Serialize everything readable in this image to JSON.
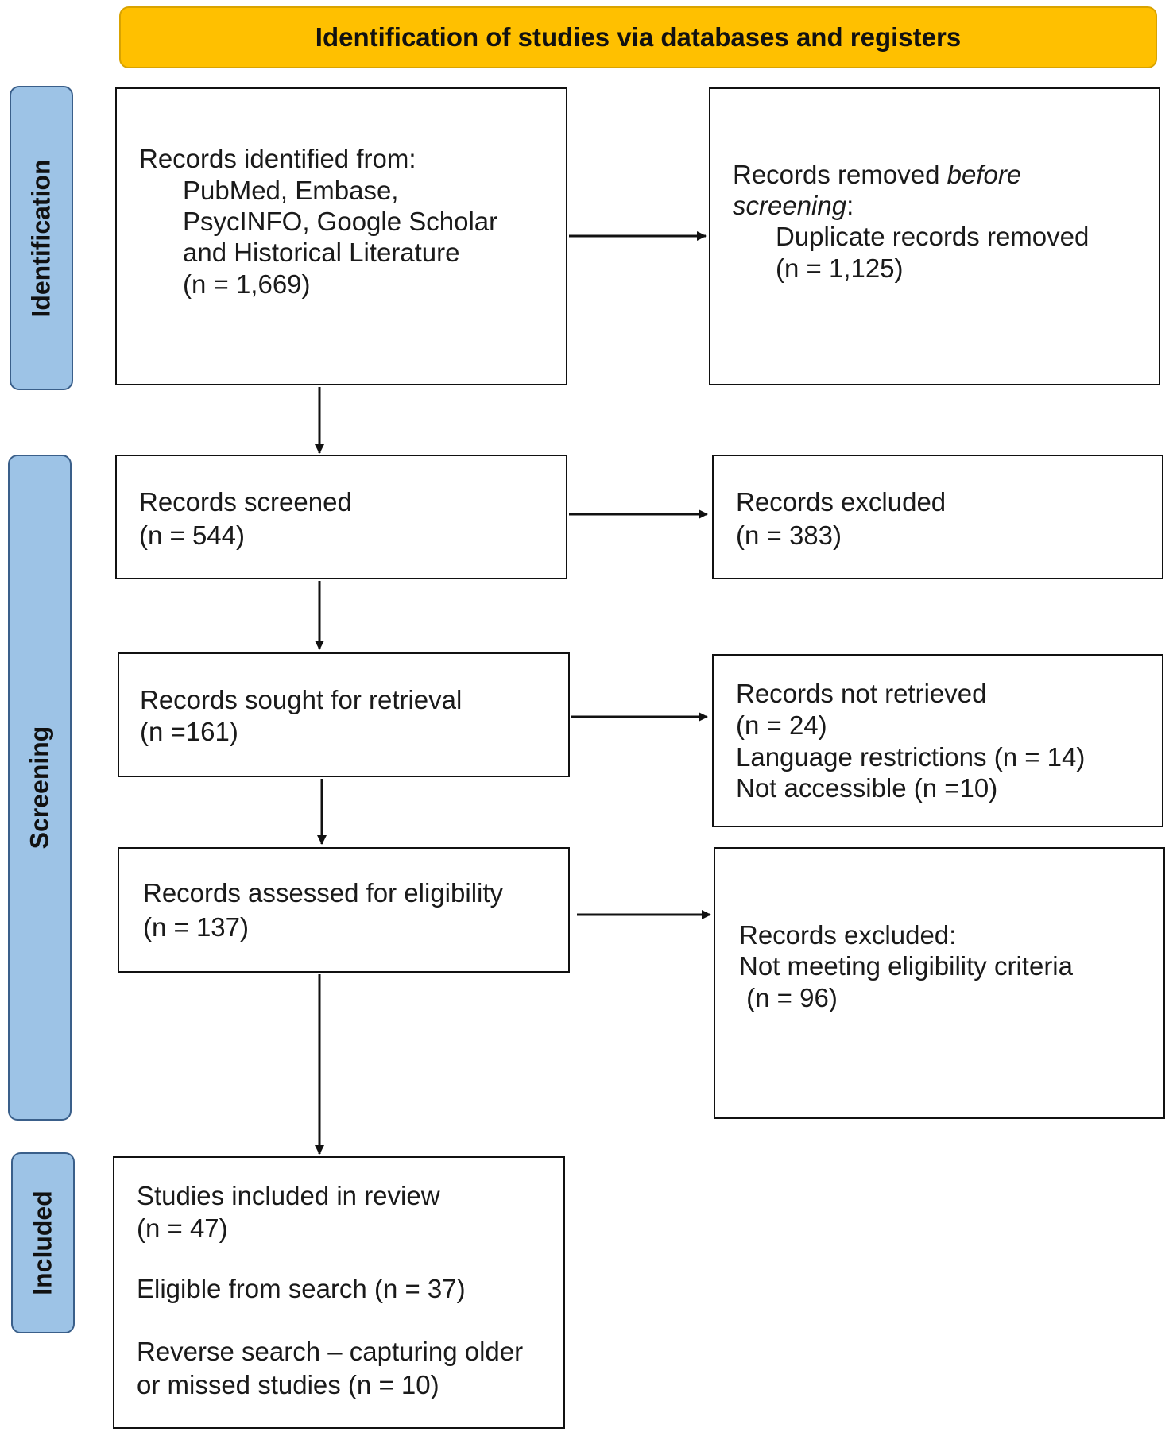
{
  "header": {
    "title": "Identification of studies via databases and registers"
  },
  "phases": {
    "identification": "Identification",
    "screening": "Screening",
    "included": "Included"
  },
  "identified": {
    "line1": "Records identified from:",
    "line2": "PubMed, Embase,",
    "line3": "PsycINFO, Google Scholar",
    "line4": "and Historical Literature",
    "line5": "(n = 1,669)"
  },
  "removed": {
    "line1_plain": "Records removed ",
    "line1_italic": "before",
    "line2_italic": "screening",
    "line2_colon": ":",
    "line3": "Duplicate records removed",
    "line4": "(n = 1,125)"
  },
  "screened": {
    "line1": "Records screened",
    "line2": "(n = 544)"
  },
  "excluded": {
    "line1": "Records excluded",
    "line2": "(n = 383)"
  },
  "sought": {
    "line1": "Records sought for retrieval",
    "line2": "(n =161)"
  },
  "not_retrieved": {
    "line1": "Records not retrieved",
    "line2": "(n = 24)",
    "line3": "Language restrictions (n = 14)",
    "line4": "Not accessible (n =10)"
  },
  "assessed": {
    "line1": "Records assessed for eligibility",
    "line2": "(n = 137)"
  },
  "excluded_eligibility": {
    "line1": "Records excluded:",
    "line2": "Not meeting eligibility criteria",
    "line3": " (n = 96)"
  },
  "included": {
    "line1": "Studies included in review",
    "line2": "(n = 47)",
    "line3": "Eligible from search (n = 37)",
    "line4": "Reverse search – capturing older",
    "line5": "or missed studies (n = 10)"
  },
  "colors": {
    "header_fill": "#FFC000",
    "phase_fill": "#9DC3E6",
    "border": "#111111"
  }
}
